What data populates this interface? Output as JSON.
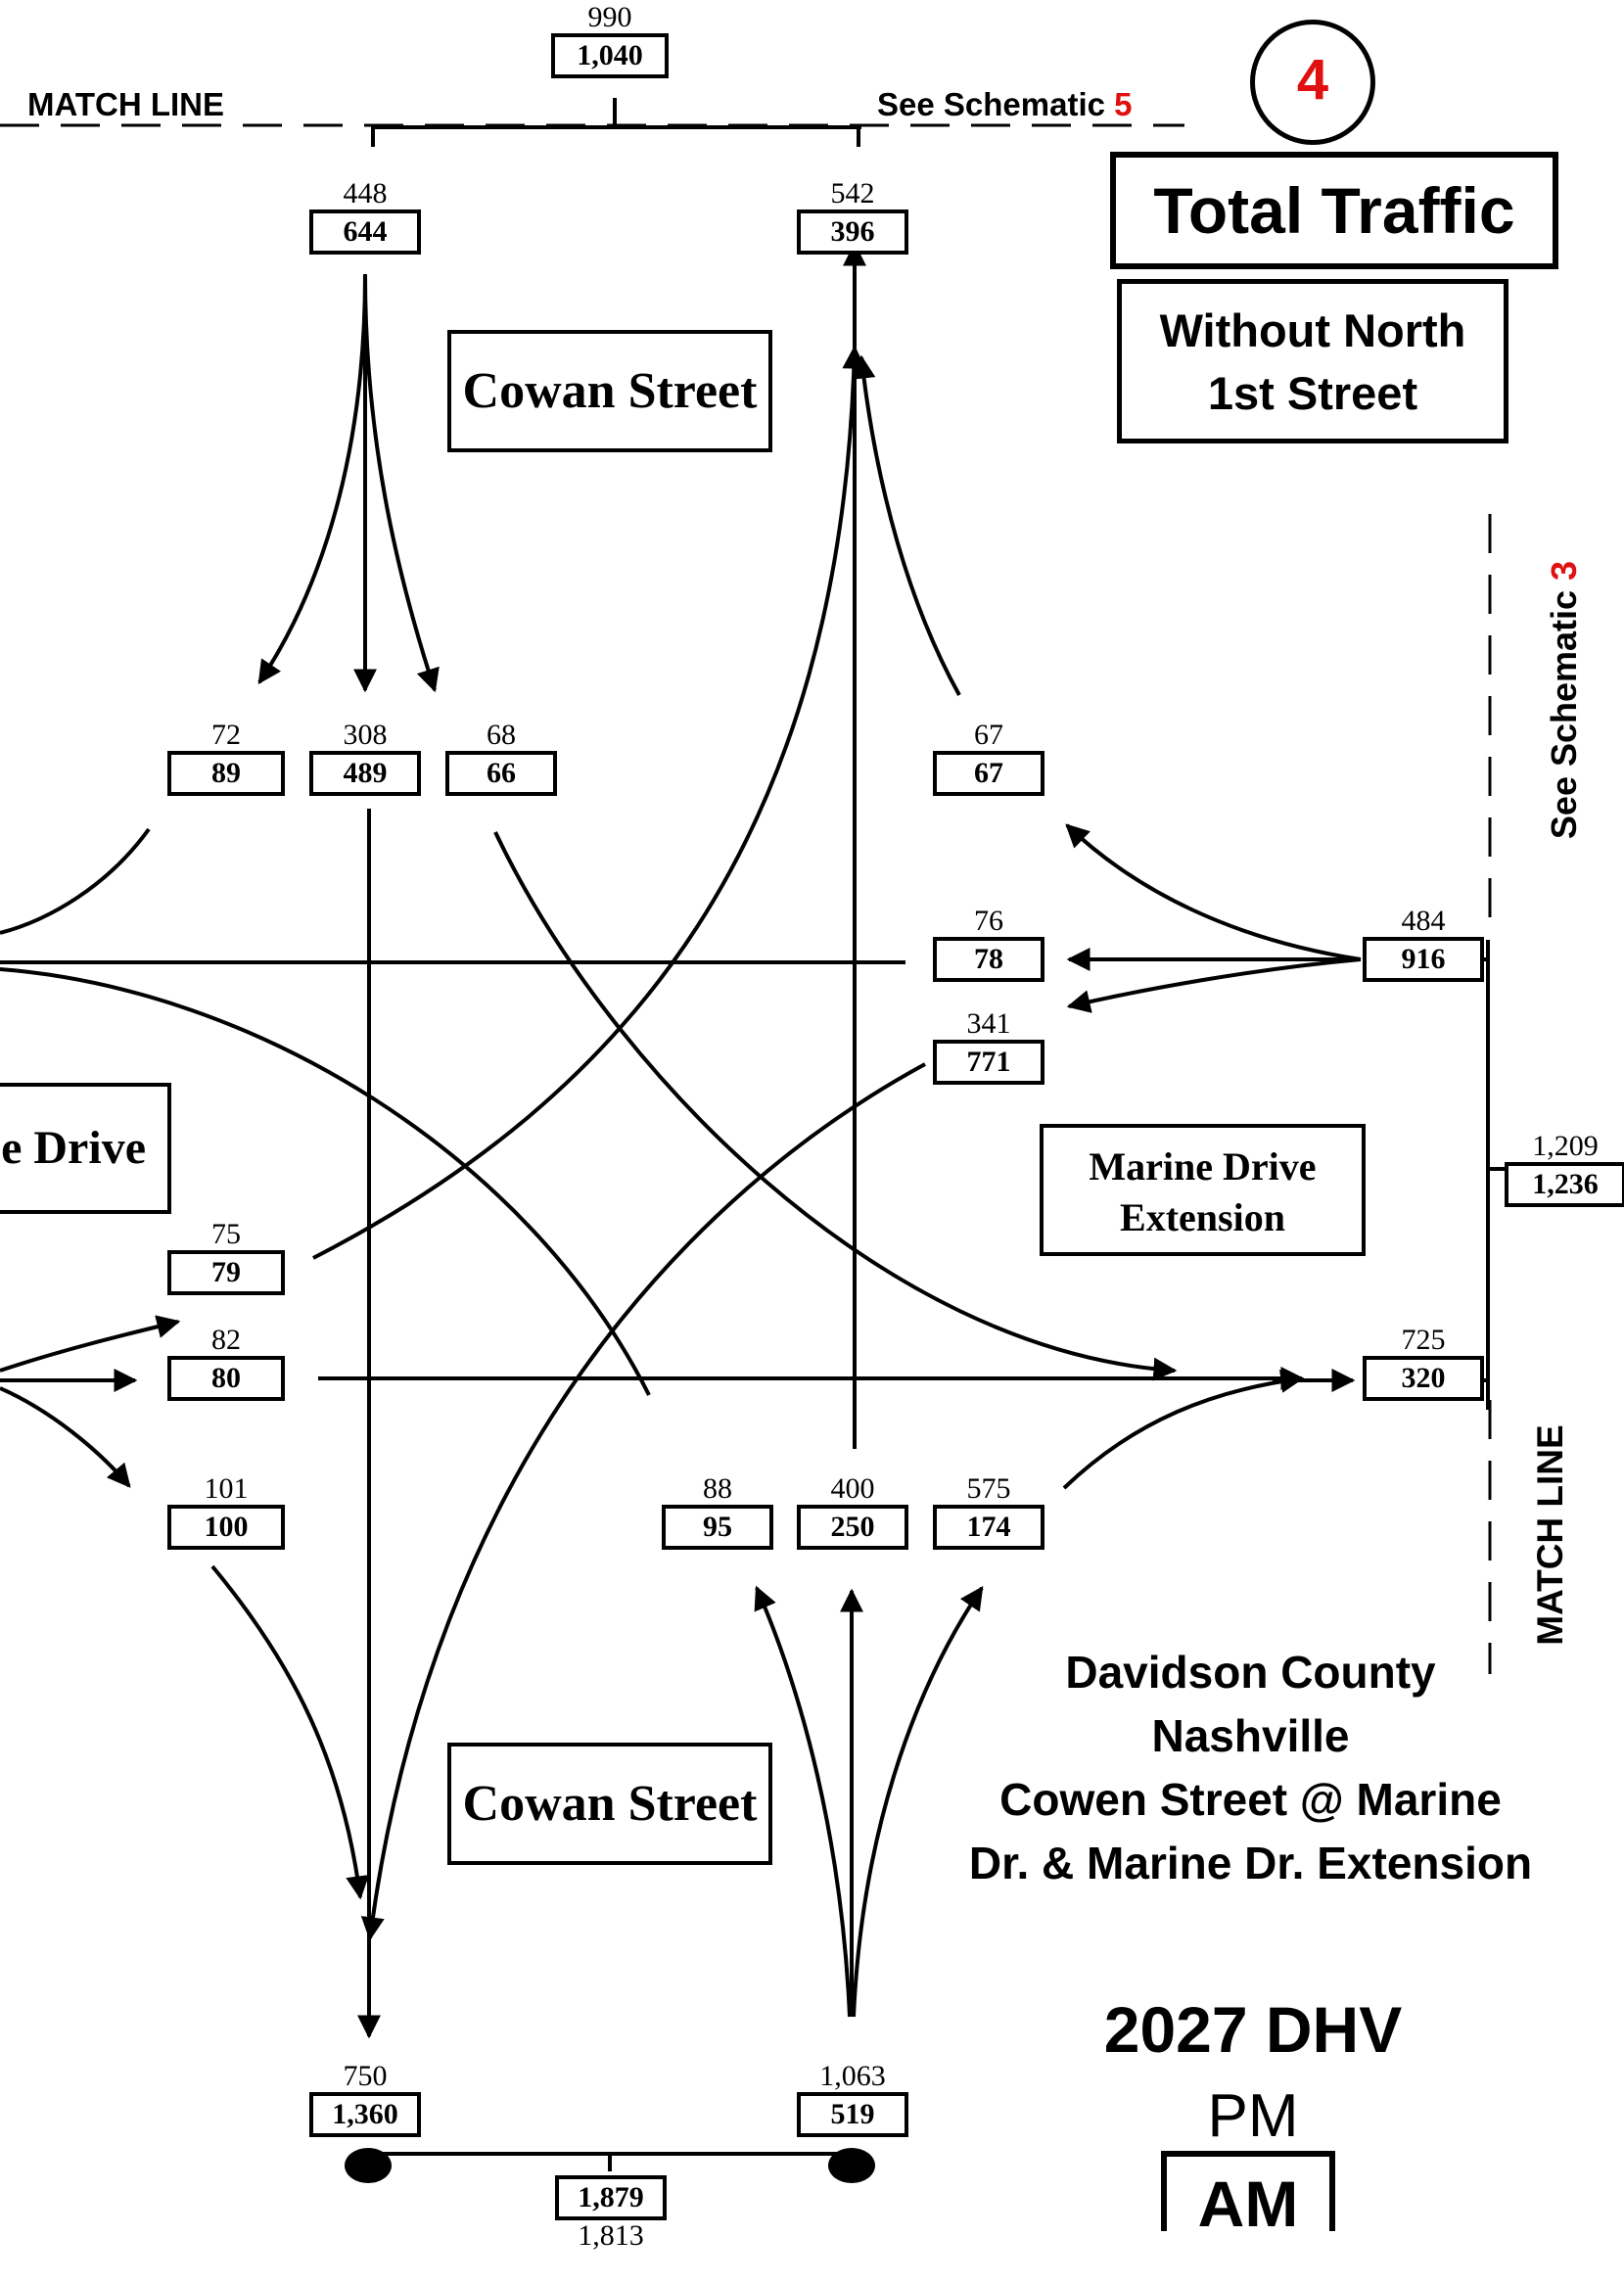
{
  "schematic_number": "4",
  "title": "Total Traffic",
  "scenario": [
    "Without North",
    "1st Street"
  ],
  "match_line_top": "MATCH LINE",
  "see_schematic_top": {
    "label": "See Schematic ",
    "number": "5"
  },
  "match_line_right": "MATCH LINE",
  "see_schematic_right": {
    "label": "See Schematic ",
    "number": "3"
  },
  "streets": {
    "north": "Cowan Street",
    "south": "Cowan Street",
    "west": "e Drive",
    "east": [
      "Marine Drive",
      "Extension"
    ]
  },
  "location": [
    "Davidson County",
    "Nashville",
    "Cowen Street @ Marine",
    "Dr. & Marine Dr. Extension"
  ],
  "year_label": "2027 DHV",
  "period_pm": "PM",
  "period_am": "AM",
  "volumes": {
    "north_total": {
      "pm": "990",
      "am": "1,040"
    },
    "north_in": {
      "pm": "448",
      "am": "644"
    },
    "north_out": {
      "pm": "542",
      "am": "396"
    },
    "sb_right": {
      "pm": "72",
      "am": "89"
    },
    "sb_through": {
      "pm": "308",
      "am": "489"
    },
    "sb_left": {
      "pm": "68",
      "am": "66"
    },
    "nb_right": {
      "pm": "67",
      "am": "67"
    },
    "wb_through": {
      "pm": "76",
      "am": "78"
    },
    "wb_left": {
      "pm": "341",
      "am": "771"
    },
    "east_in": {
      "pm": "484",
      "am": "916"
    },
    "east_total": {
      "pm": "1,209",
      "am": "1,236"
    },
    "east_out": {
      "pm": "725",
      "am": "320"
    },
    "eb_left": {
      "pm": "75",
      "am": "79"
    },
    "eb_through": {
      "pm": "82",
      "am": "80"
    },
    "eb_right": {
      "pm": "101",
      "am": "100"
    },
    "nb_left": {
      "pm": "88",
      "am": "95"
    },
    "nb_through": {
      "pm": "400",
      "am": "250"
    },
    "nb_right_s": {
      "pm": "575",
      "am": "174"
    },
    "south_out": {
      "pm": "750",
      "am": "1,360"
    },
    "south_in": {
      "pm": "1,063",
      "am": "519"
    },
    "south_total": {
      "pm": "1,813",
      "am": "1,879"
    }
  }
}
